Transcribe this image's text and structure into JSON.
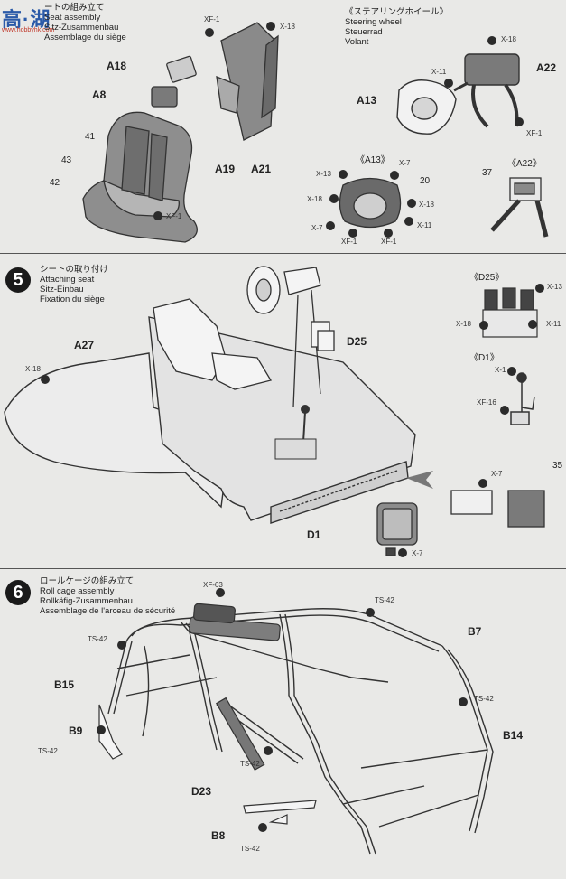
{
  "watermark": {
    "chars": "高·湖",
    "url": "www.hobbyhk.com"
  },
  "step_seat": {
    "title_jp": "ートの組み立て",
    "title_en": "Seat assembly",
    "title_de": "Sitz-Zusammenbau",
    "title_fr": "Assemblage du siège",
    "parts": {
      "a18": "A18",
      "a8": "A8",
      "a19": "A19",
      "a21": "A21"
    },
    "paints": {
      "xf1_top": "XF-1",
      "x18": "X-18",
      "xf1_bottom": "XF-1"
    },
    "markers": {
      "m41": "41",
      "m43": "43",
      "m42": "42"
    }
  },
  "steering": {
    "title_jp": "《ステアリングホイール》",
    "title_en": "Steering wheel",
    "title_de": "Steuerrad",
    "title_fr": "Volant",
    "parts": {
      "a13": "A13",
      "a22": "A22"
    },
    "paints": {
      "x18": "X-18",
      "x11": "X-11",
      "xf1": "XF-1"
    },
    "detail_a13": {
      "title": "《A13》",
      "paints": {
        "x7_top": "X-7",
        "m20": "20",
        "x13": "X-13",
        "x18_left": "X-18",
        "x18_right": "X-18",
        "x7_left": "X-7",
        "x11": "X-11",
        "xf1_a": "XF-1",
        "xf1_b": "XF-1"
      }
    },
    "detail_a22": {
      "title": "《A22》",
      "marker": "37"
    }
  },
  "step5": {
    "number": "5",
    "title_jp": "シートの取り付け",
    "title_en": "Attaching seat",
    "title_de": "Sitz-Einbau",
    "title_fr": "Fixation du siège",
    "parts": {
      "a27": "A27",
      "d25": "D25",
      "d1": "D1"
    },
    "paints": {
      "x18": "X-18",
      "x7_bottom": "X-7"
    },
    "detail_d25": {
      "title": "《D25》",
      "paints": {
        "x13": "X-13",
        "x18": "X-18",
        "x11": "X-11"
      }
    },
    "detail_d1": {
      "title": "《D1》",
      "paints": {
        "x1": "X-1",
        "xf16": "XF-16"
      }
    },
    "detail_box": {
      "paint": "X-7",
      "marker": "35"
    }
  },
  "step6": {
    "number": "6",
    "title_jp": "ロールケージの組み立て",
    "title_en": "Roll cage assembly",
    "title_de": "Rollkäfig-Zusammenbau",
    "title_fr": "Assemblage de l'arceau de sécurité",
    "parts": {
      "b7": "B7",
      "b15": "B15",
      "b9": "B9",
      "b14": "B14",
      "d23": "D23",
      "b8": "B8"
    },
    "paints": {
      "xf63": "XF-63",
      "ts42_top": "TS-42",
      "ts42_left": "TS-42",
      "ts42_right": "TS-42",
      "ts42_b9": "TS-42",
      "ts42_d23": "TS-42",
      "ts42_b8": "TS-42"
    }
  }
}
